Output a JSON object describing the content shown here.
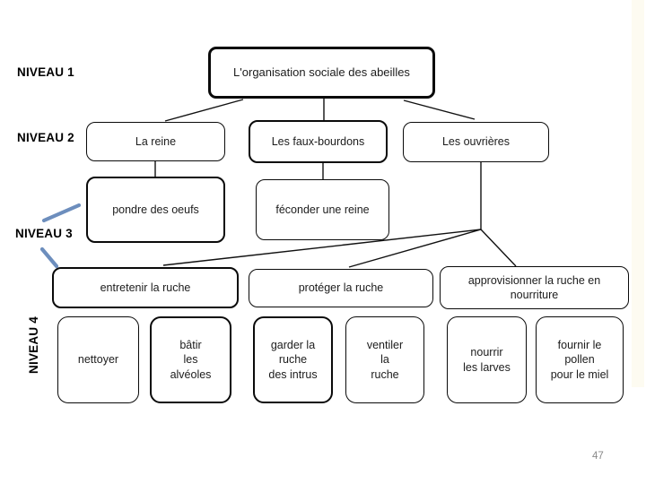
{
  "page": {
    "number": "47"
  },
  "colors": {
    "annotation_blue": "#6d8ebd",
    "box_border": "#0a0a0a",
    "text": "#1c1c1c",
    "page_number_gray": "#8a8a8a"
  },
  "levels": [
    {
      "label": "NIVEAU 1"
    },
    {
      "label": "NIVEAU 2"
    },
    {
      "label": "NIVEAU 3"
    },
    {
      "label": "NIVEAU 4"
    }
  ],
  "nodes": {
    "root": "L'organisation sociale des abeilles",
    "level2": {
      "queen": "La reine",
      "drones": "Les faux-bourdons",
      "workers": "Les ouvrières"
    },
    "level3": {
      "queen_task": "pondre des oeufs",
      "drone_task": "féconder une reine",
      "maintain": "entretenir la ruche",
      "protect": "protéger la ruche",
      "supply": "approvisionner la ruche en\nnourriture"
    },
    "level4": {
      "clean": "nettoyer",
      "build": "bâtir\nles\nalvéoles",
      "guard": "garder la\nruche\ndes intrus",
      "ventilate": "ventiler\nla\nruche",
      "feed": "nourrir\nles larves",
      "pollen": "fournir le\npollen\npour le miel"
    }
  }
}
